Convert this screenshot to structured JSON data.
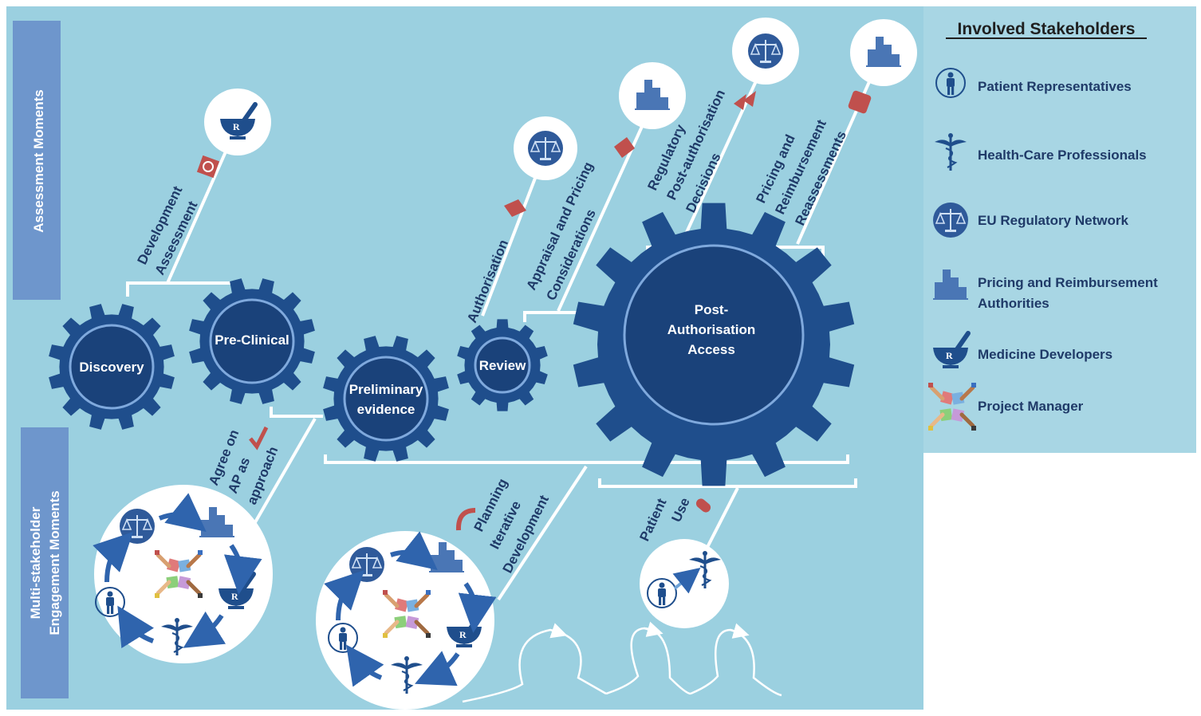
{
  "side_labels": {
    "assessment": "Assessment Moments",
    "engagement_line1": "Multi-stakeholder",
    "engagement_line2": "Engagement Moments"
  },
  "gears": {
    "discovery": "Discovery",
    "preclinical": "Pre-Clinical",
    "preliminary_line1": "Preliminary",
    "preliminary_line2": "evidence",
    "review": "Review",
    "post_line1": "Post-",
    "post_line2": "Authorisation",
    "post_line3": "Access"
  },
  "assessment_moments": {
    "development_line1": "Development",
    "development_line2": "Assessment",
    "authorisation": "Authorisation",
    "appraisal_line1": "Appraisal and Pricing",
    "appraisal_line2": "Considerations",
    "regulatory_line1": "Regulatory",
    "regulatory_line2": "Post-authorisation",
    "regulatory_line3": "Decisions",
    "pricing_line1": "Pricing and",
    "pricing_line2": "Reimbursement",
    "pricing_line3": "Reassessments"
  },
  "engagement_moments": {
    "agree_line1": "Agree on",
    "agree_line2": "AP as",
    "agree_line3": "approach",
    "planning_line1": "Planning",
    "planning_line2": "Iterative",
    "planning_line3": "Development",
    "patient_line1": "Patient",
    "patient_line2": "Use"
  },
  "legend": {
    "title": "Involved Stakeholders",
    "items": [
      {
        "icon": "patient-icon",
        "label": "Patient Representatives"
      },
      {
        "icon": "caduceus-icon",
        "label": "Health-Care Professionals"
      },
      {
        "icon": "scales-icon",
        "label": "EU Regulatory Network"
      },
      {
        "icon": "bar-chart-icon",
        "label_line1": "Pricing and Reimbursement",
        "label_line2": "Authorities"
      },
      {
        "icon": "mortar-pestle-icon",
        "label": "Medicine Developers"
      },
      {
        "icon": "puzzle-hands-icon",
        "label": "Project Manager"
      }
    ]
  },
  "colors": {
    "background": "#9bd0e0",
    "gear": "#1f4e8c",
    "gear_inner": "#1a427a",
    "side_band": "#6e96cc",
    "text_dark": "#1f3a68",
    "accent_red": "#c0504d"
  }
}
